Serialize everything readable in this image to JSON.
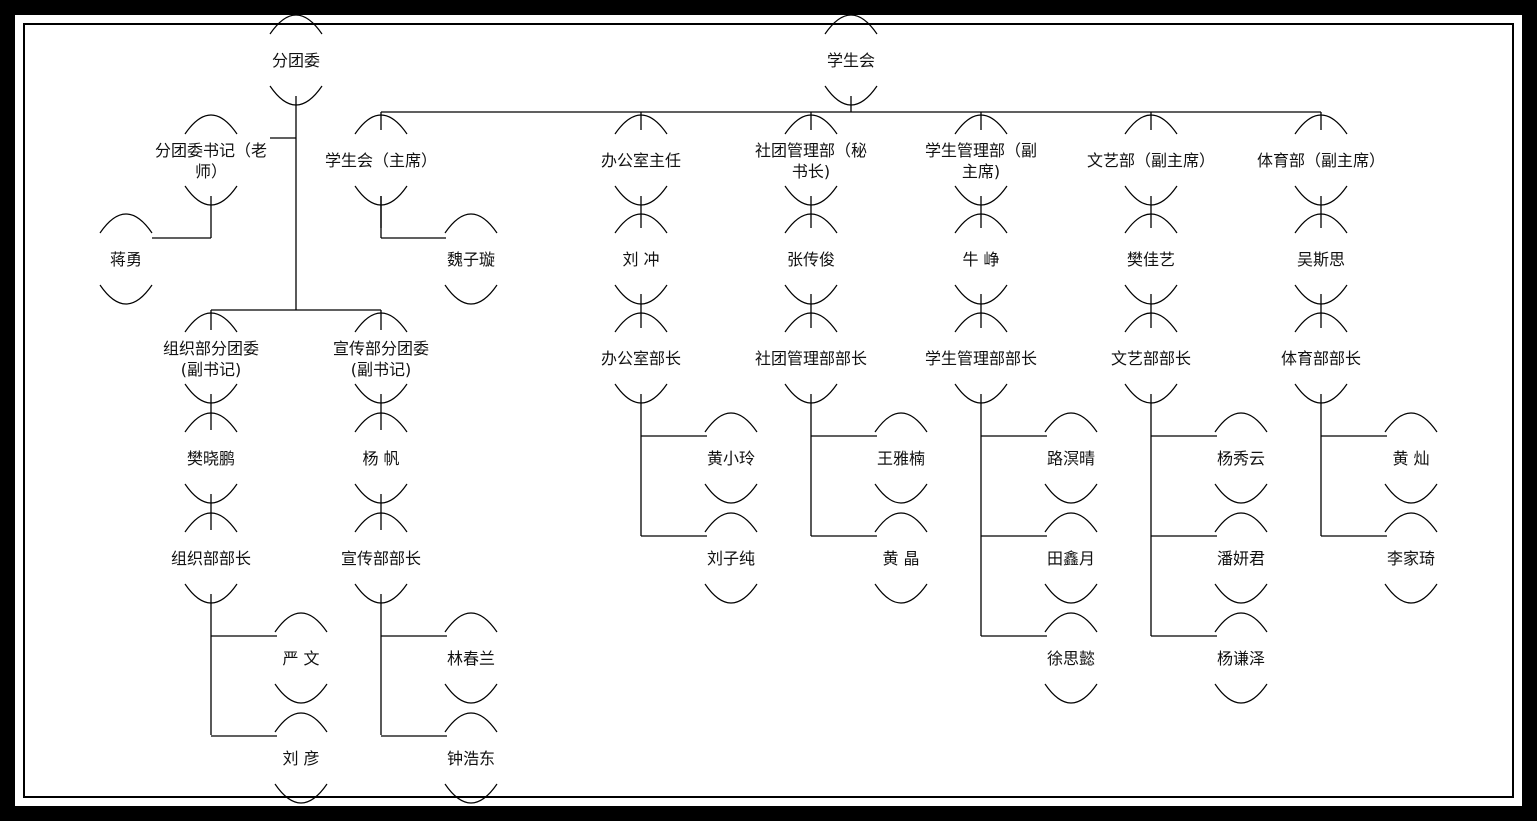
{
  "chart_data": {
    "type": "org-chart",
    "trees": [
      {
        "root": "分团委",
        "branches": [
          {
            "title": [
              "分团委书记（老",
              "师）"
            ],
            "members": [
              "蒋勇"
            ]
          },
          {
            "title": [
              "组织部分团委",
              "(副书记)"
            ],
            "members": [
              "樊晓鹏"
            ],
            "head": "组织部部长",
            "staff": [
              "严 文",
              "刘 彦"
            ]
          },
          {
            "title": [
              "宣传部分团委",
              "(副书记)"
            ],
            "members": [
              "杨 帆"
            ],
            "head": "宣传部部长",
            "staff": [
              "林春兰",
              "钟浩东"
            ]
          }
        ]
      },
      {
        "root": "学生会",
        "branches": [
          {
            "title": [
              "学生会（主席）"
            ],
            "members": [
              "魏子璇"
            ]
          },
          {
            "title": [
              "办公室主任"
            ],
            "members": [
              "刘 冲"
            ],
            "head": "办公室部长",
            "staff": [
              "黄小玲",
              "刘子纯"
            ]
          },
          {
            "title": [
              "社团管理部（秘",
              "书长)"
            ],
            "members": [
              "张传俊"
            ],
            "head": "社团管理部部长",
            "staff": [
              "王雅楠",
              "黄 晶"
            ]
          },
          {
            "title": [
              "学生管理部（副",
              "主席)"
            ],
            "members": [
              "牛 峥"
            ],
            "head": "学生管理部部长",
            "staff": [
              "路溟晴",
              "田鑫月",
              "徐思懿"
            ]
          },
          {
            "title": [
              "文艺部（副主席）"
            ],
            "members": [
              "樊佳艺"
            ],
            "head": "文艺部部长",
            "staff": [
              "杨秀云",
              "潘妍君",
              "杨谦泽"
            ]
          },
          {
            "title": [
              "体育部（副主席）"
            ],
            "members": [
              "吴斯思"
            ],
            "head": "体育部部长",
            "staff": [
              "黄 灿",
              "李家琦"
            ]
          }
        ]
      }
    ]
  }
}
